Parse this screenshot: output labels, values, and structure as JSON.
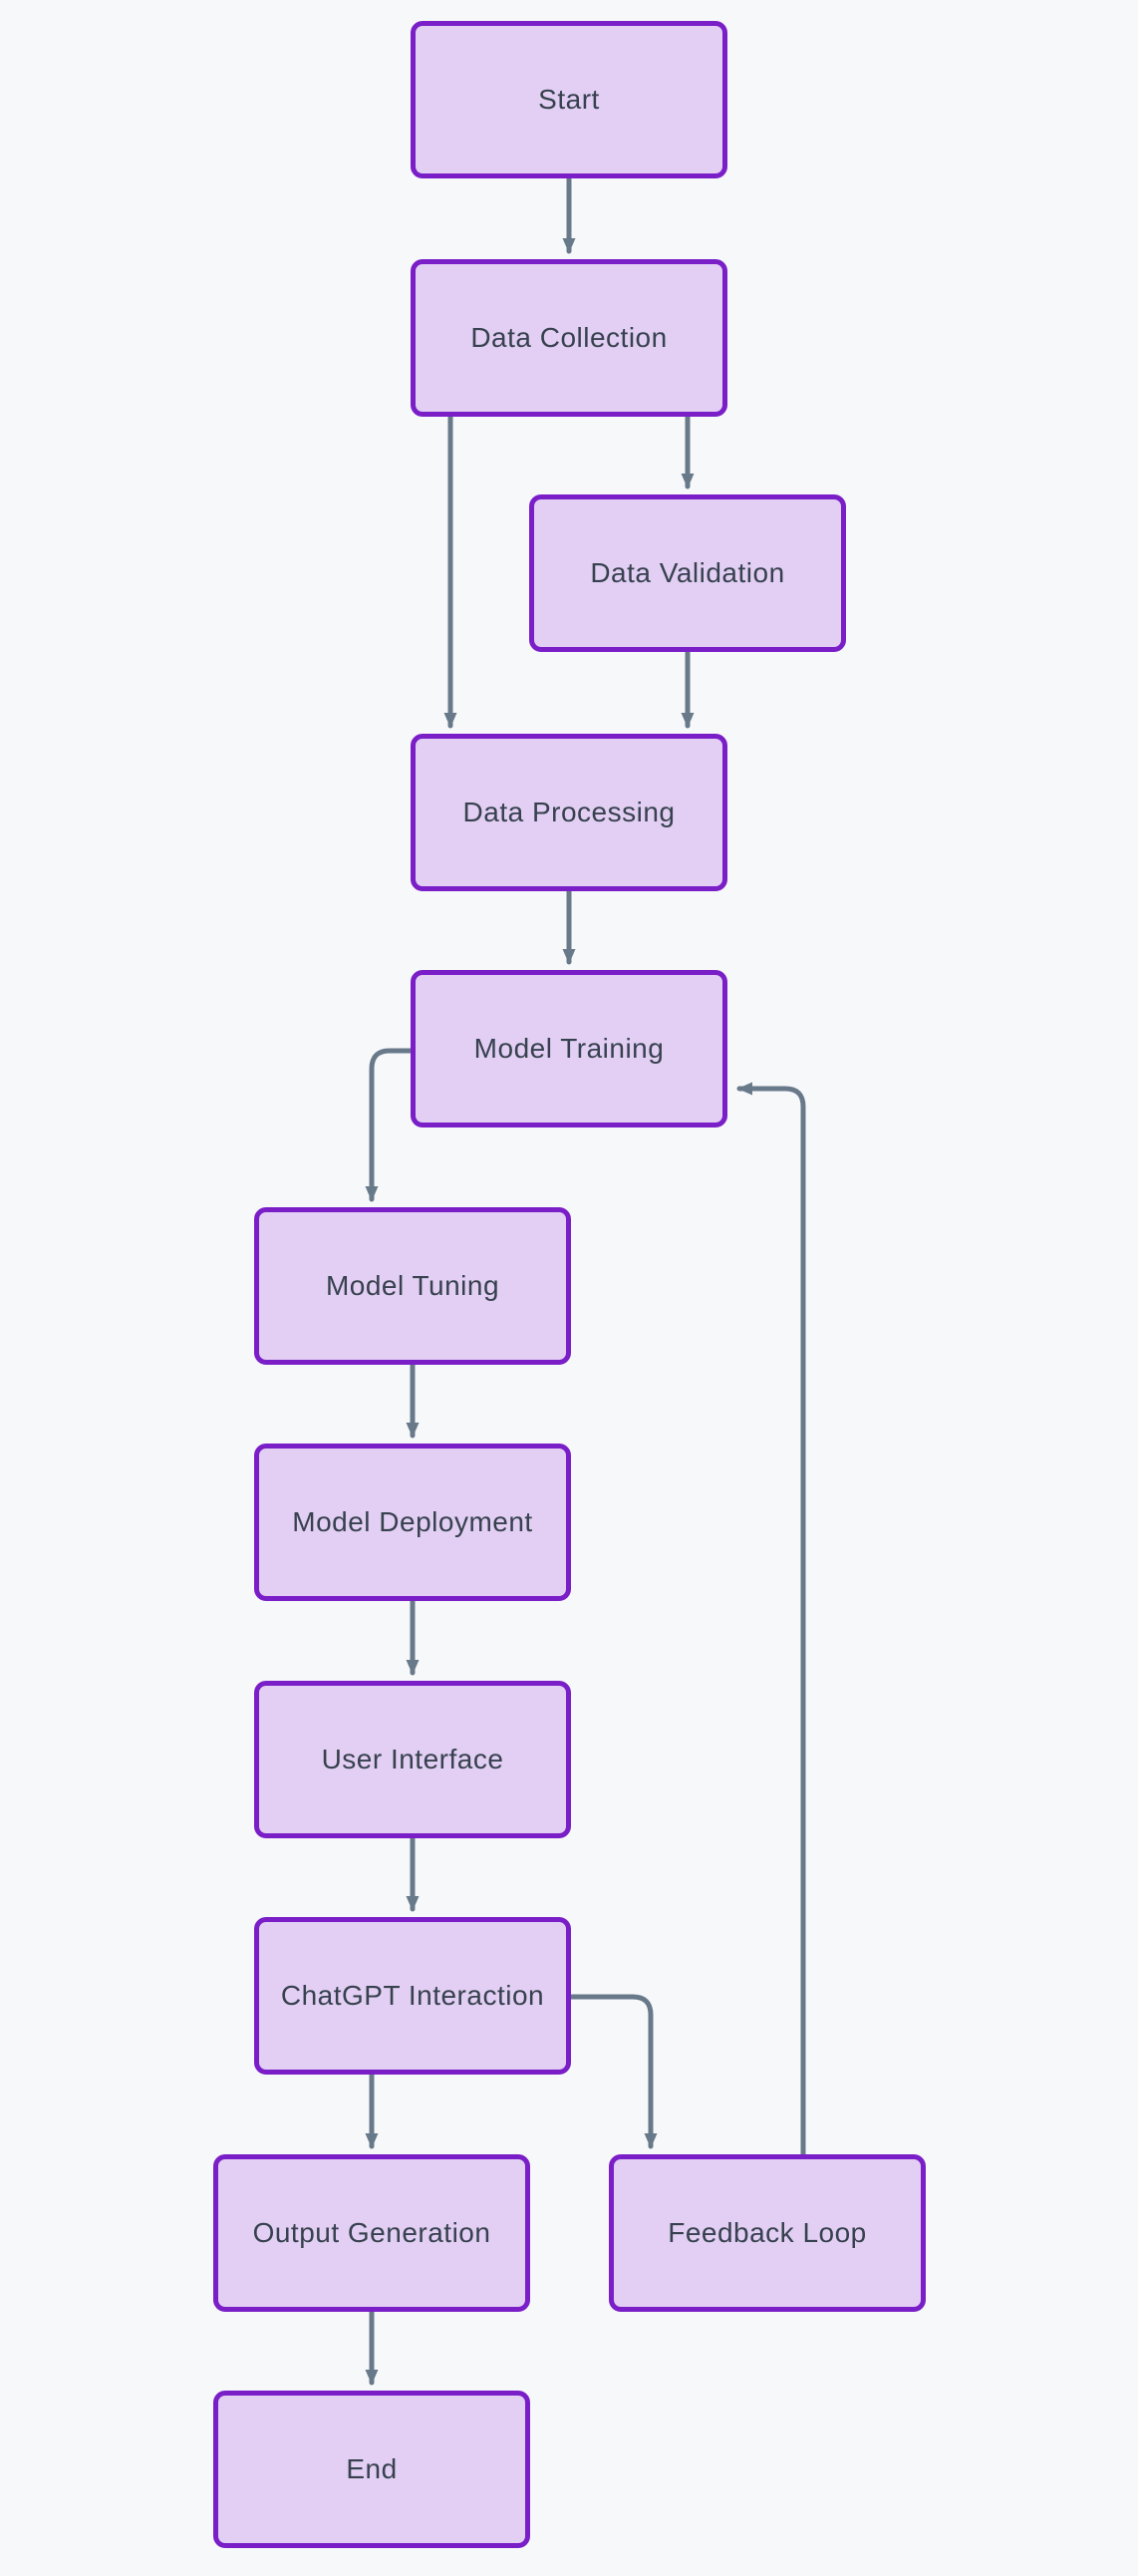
{
  "diagram": {
    "type": "flowchart",
    "direction": "top-down",
    "colors": {
      "background": "#f7f8fa",
      "node_fill": "#e2cff3",
      "node_border": "#7a1ec8",
      "edge": "#68798a",
      "text": "#37414f"
    }
  },
  "nodes": [
    {
      "id": "start",
      "label": "Start"
    },
    {
      "id": "data-collection",
      "label": "Data Collection"
    },
    {
      "id": "data-validation",
      "label": "Data Validation"
    },
    {
      "id": "data-processing",
      "label": "Data Processing"
    },
    {
      "id": "model-training",
      "label": "Model Training"
    },
    {
      "id": "model-tuning",
      "label": "Model Tuning"
    },
    {
      "id": "model-deployment",
      "label": "Model Deployment"
    },
    {
      "id": "user-interface",
      "label": "User Interface"
    },
    {
      "id": "chatgpt-interaction",
      "label": "ChatGPT Interaction"
    },
    {
      "id": "output-generation",
      "label": "Output Generation"
    },
    {
      "id": "feedback-loop",
      "label": "Feedback Loop"
    },
    {
      "id": "end",
      "label": "End"
    }
  ],
  "edges": [
    {
      "from": "Start",
      "to": "Data Collection"
    },
    {
      "from": "Data Collection",
      "to": "Data Validation"
    },
    {
      "from": "Data Collection",
      "to": "Data Processing"
    },
    {
      "from": "Data Validation",
      "to": "Data Processing"
    },
    {
      "from": "Data Processing",
      "to": "Model Training"
    },
    {
      "from": "Model Training",
      "to": "Model Tuning"
    },
    {
      "from": "Model Tuning",
      "to": "Model Deployment"
    },
    {
      "from": "Model Deployment",
      "to": "User Interface"
    },
    {
      "from": "User Interface",
      "to": "ChatGPT Interaction"
    },
    {
      "from": "ChatGPT Interaction",
      "to": "Output Generation"
    },
    {
      "from": "ChatGPT Interaction",
      "to": "Feedback Loop"
    },
    {
      "from": "Feedback Loop",
      "to": "Model Training"
    },
    {
      "from": "Output Generation",
      "to": "End"
    }
  ]
}
